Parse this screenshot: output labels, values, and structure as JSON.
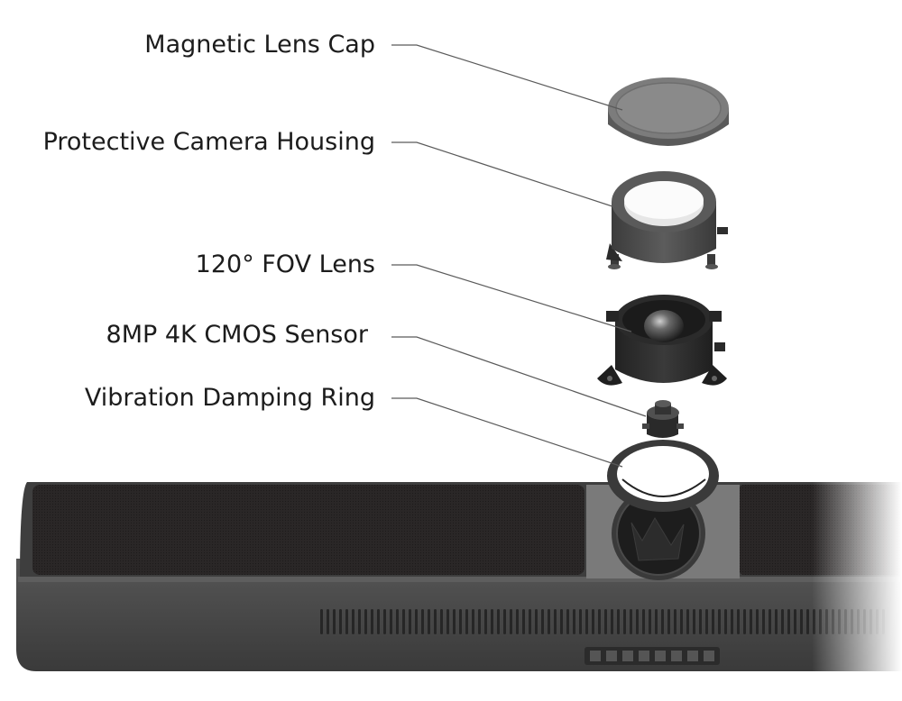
{
  "diagram": {
    "parts": [
      {
        "id": "cap",
        "label": "Magnetic Lens Cap"
      },
      {
        "id": "housing",
        "label": "Protective Camera Housing"
      },
      {
        "id": "lens",
        "label": "120° FOV Lens"
      },
      {
        "id": "sensor",
        "label": "8MP 4K CMOS Sensor"
      },
      {
        "id": "ring",
        "label": "Vibration Damping Ring"
      }
    ],
    "colors": {
      "device_body": "#4a4a4a",
      "speaker_mesh": "#2a2727",
      "camera_panel": "#767676",
      "lens_cap": "#7c7c7c",
      "lens_barrel": "#2e2e2e",
      "leader_line": "#5a5a5a",
      "label_text": "#1c1c1c"
    }
  }
}
